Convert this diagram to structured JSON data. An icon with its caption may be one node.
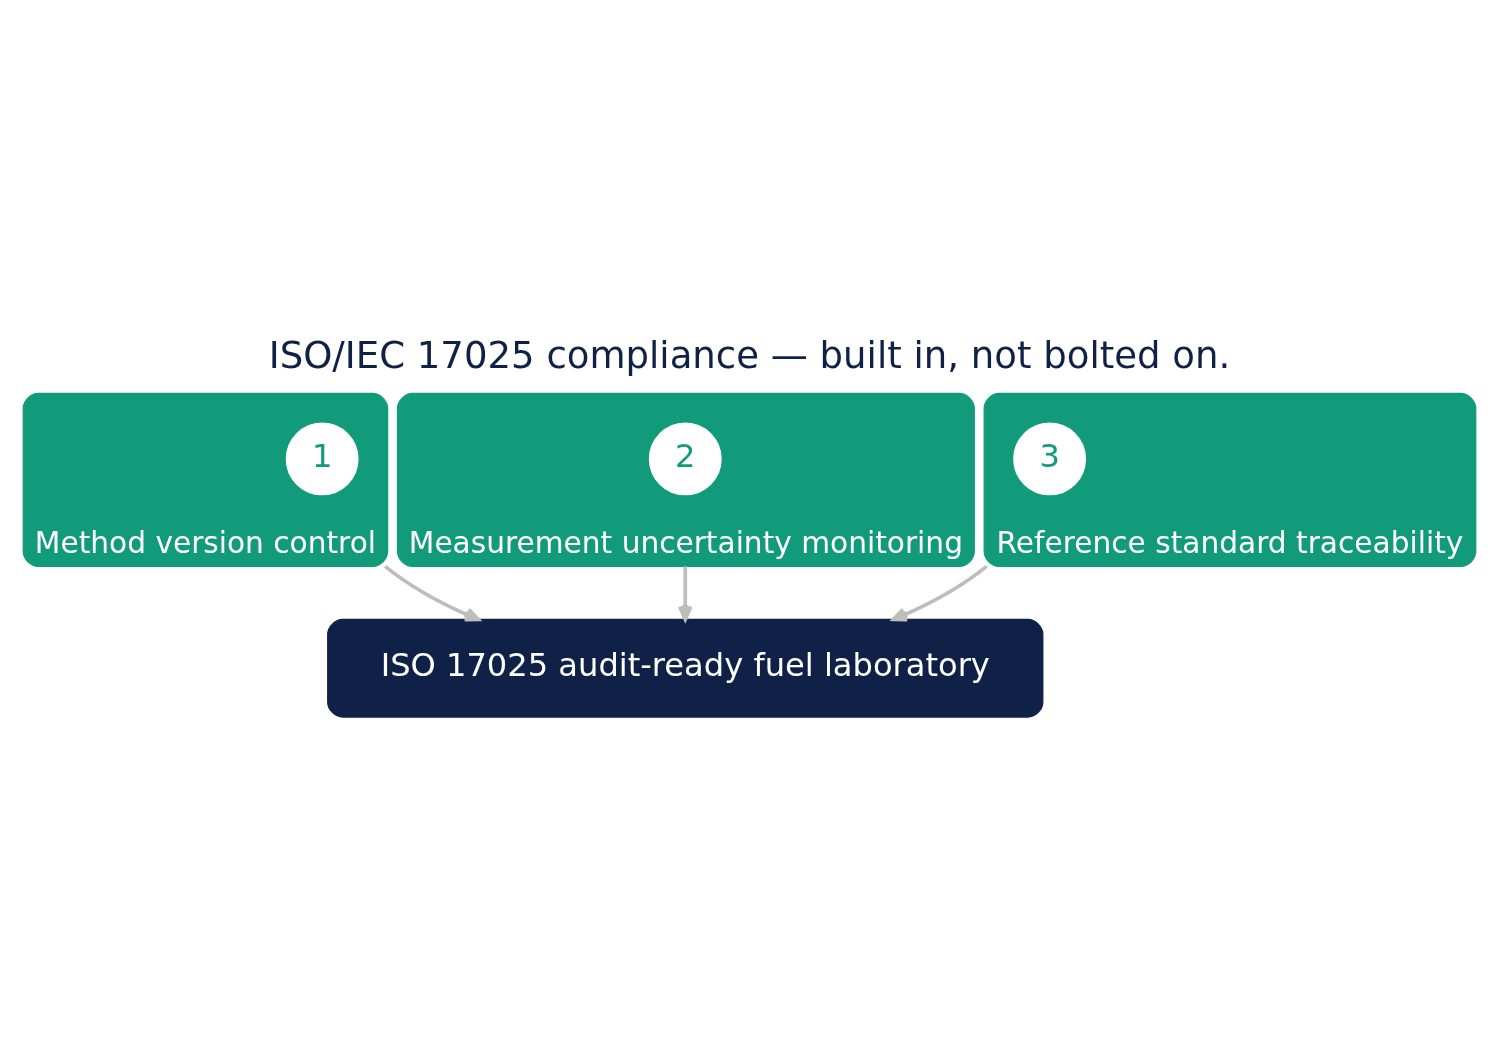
{
  "diagram": {
    "title": "ISO/IEC 17025 compliance — built in, not bolted on.",
    "nodes": [
      {
        "text": [
          "Method version control"
        ]
      },
      {
        "text": [
          "1"
        ],
        "in": 0
      },
      {
        "text": [
          "Measurement uncertainty monitoring"
        ]
      },
      {
        "text": [
          "2"
        ],
        "in": 2
      },
      {
        "text": [
          "Reference standard traceability"
        ]
      },
      {
        "text": [
          "3"
        ],
        "in": 4
      },
      {
        "text": [
          "ISO 17025 audit-ready fuel laboratory"
        ]
      }
    ],
    "edges": [
      {
        "from": 0,
        "to": 6,
        "arrow": "to"
      },
      {
        "from": 2,
        "to": 6,
        "arrow": "to"
      },
      {
        "from": 4,
        "to": 6,
        "arrow": "to"
      }
    ]
  }
}
